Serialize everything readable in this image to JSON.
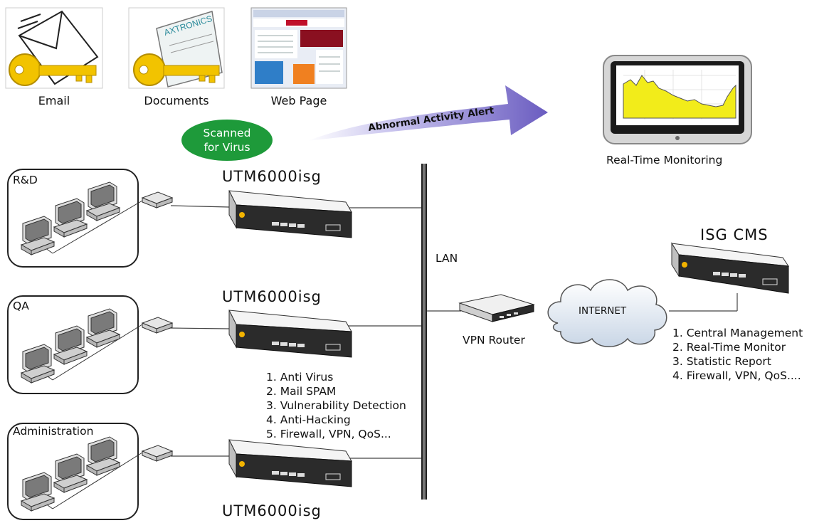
{
  "icons": [
    {
      "label": "Email",
      "name": "email-key-icon"
    },
    {
      "label": "Documents",
      "name": "documents-key-icon"
    },
    {
      "label": "Web Page",
      "name": "web-page-icon"
    }
  ],
  "documents_brand": "AXTRONICS",
  "scanned_badge": "Scanned\nfor Virus",
  "alert_arrow_label": "Abnormal Activity Alert",
  "monitor_label": "Real-Time Monitoring",
  "groups": [
    {
      "label": "R&D",
      "device": "UTM6000isg"
    },
    {
      "label": "QA",
      "device": "UTM6000isg"
    },
    {
      "label": "Administration",
      "device": "UTM6000isg"
    }
  ],
  "utm_features": [
    "1. Anti Virus",
    "2. Mail SPAM",
    "3. Vulnerability Detection",
    "4. Anti-Hacking",
    "5. Firewall, VPN, QoS..."
  ],
  "lan_label": "LAN",
  "router_label": "VPN Router",
  "internet_label": "INTERNET",
  "cms_title": "ISG CMS",
  "cms_features": [
    "1. Central Management",
    "2. Real-Time Monitor",
    "3. Statistic Report",
    "4. Firewall, VPN, QoS...."
  ],
  "colors": {
    "badge": "#1e9a3a",
    "arrow": "#6a5cc0",
    "chart_fill": "#f2ec1a",
    "line": "#333333"
  }
}
